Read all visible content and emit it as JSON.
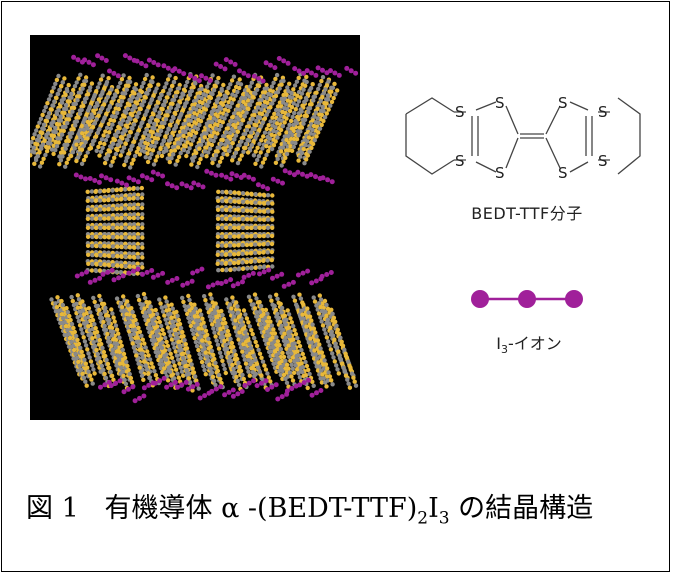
{
  "molecule": {
    "atom_label": "S",
    "name": "BEDT-TTF分子"
  },
  "ion": {
    "label_base": "I",
    "label_sub": "3",
    "label_tail": "-イオン"
  },
  "caption": {
    "figure_no": "図 1",
    "text_before": "有機導体 α -(BEDT-TTF)",
    "sub1": "2",
    "mid": "I",
    "sub2": "3",
    "text_after": " の結晶構造"
  },
  "colors": {
    "sulfur": "#e8b83a",
    "carbon": "#8a8a8a",
    "iodine": "#a0209a",
    "background": "#000000"
  }
}
